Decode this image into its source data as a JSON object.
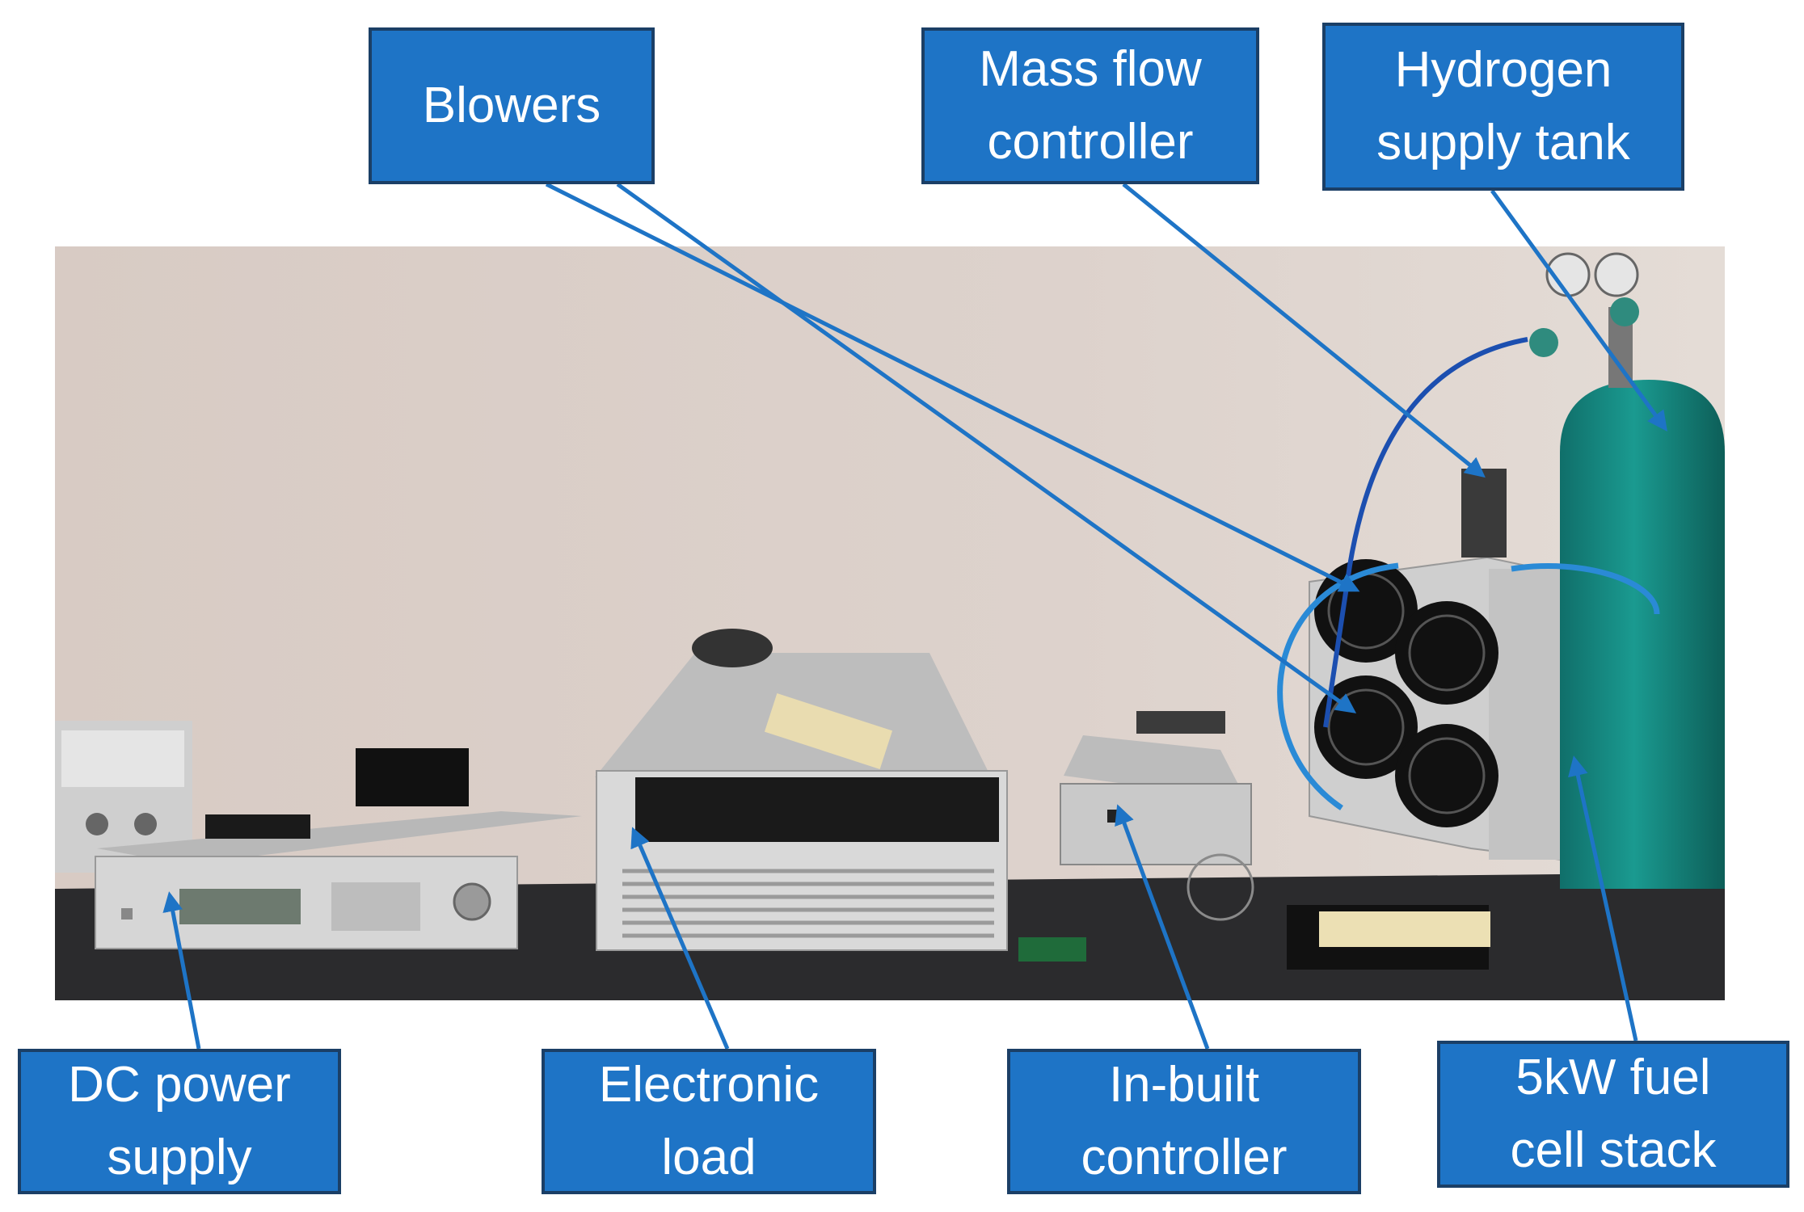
{
  "figure": {
    "labels": {
      "blowers": [
        "Blowers"
      ],
      "mass_flow_controller": [
        "Mass flow",
        "controller"
      ],
      "hydrogen_supply_tank": [
        "Hydrogen",
        "supply tank"
      ],
      "dc_power_supply": [
        "DC power",
        "supply"
      ],
      "electronic_load": [
        "Electronic",
        "load"
      ],
      "inbuilt_controller": [
        "In-built",
        "controller"
      ],
      "fuel_cell_stack": [
        "5kW fuel",
        "cell stack"
      ]
    },
    "colors": {
      "label_fill": "#1e74c6",
      "label_border": "#1b3f66",
      "label_text": "#ffffff",
      "arrow": "#1e74c6",
      "wall": "#d9cdc6",
      "bench": "#2b2b2d"
    }
  }
}
